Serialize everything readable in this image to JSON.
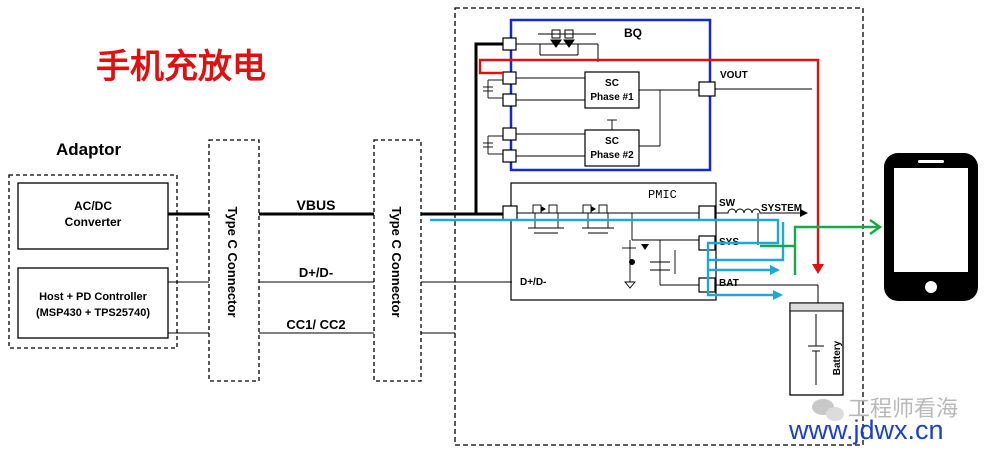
{
  "title": "手机充放电",
  "adaptor": {
    "heading": "Adaptor",
    "acdc_line1": "AC/DC",
    "acdc_line2": "Converter",
    "hostpd_line1": "Host + PD Controller",
    "hostpd_line2": "(MSP430 + TPS25740)"
  },
  "connector_left": "Type C Connector",
  "connector_right": "Type C Connector",
  "signals": {
    "vbus": "VBUS",
    "dpdm": "D+/D-",
    "cc": "CC1/ CC2"
  },
  "bq": {
    "label": "BQ",
    "sc1_line1": "SC",
    "sc1_line2": "Phase #1",
    "sc2_line1": "SC",
    "sc2_line2": "Phase #2",
    "vout": "VOUT"
  },
  "pmic": {
    "label": "PMIC",
    "sw": "SW",
    "system": "SYSTEM",
    "sys": "SYS",
    "bat": "BAT",
    "dpdm": "D+/D-"
  },
  "battery_label": "Battery",
  "watermark": "工程师看海",
  "url": "www.jdwx.cn",
  "colors": {
    "title": "#e01010",
    "bq_border": "#1428d4",
    "fast_charge": "#e01010",
    "discharge": "#18a84a",
    "charge": "#1ea8d8"
  }
}
